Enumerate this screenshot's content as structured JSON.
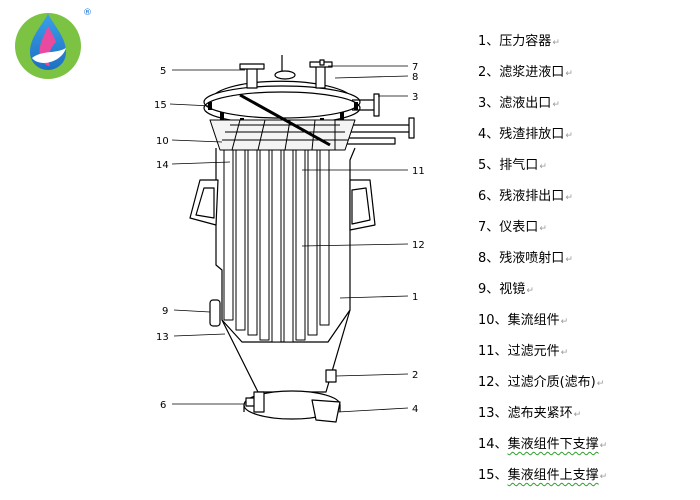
{
  "logo": {
    "registered_mark": "®"
  },
  "diagram": {
    "callouts": [
      "5",
      "7",
      "8",
      "3",
      "15",
      "10",
      "14",
      "11",
      "12",
      "1",
      "9",
      "13",
      "2",
      "6",
      "4"
    ]
  },
  "legend": {
    "paragraph_mark": "↵",
    "items": [
      {
        "num": "1",
        "label": "压力容器"
      },
      {
        "num": "2",
        "label": "滤浆进液口"
      },
      {
        "num": "3",
        "label": "滤液出口"
      },
      {
        "num": "4",
        "label": "残渣排放口"
      },
      {
        "num": "5",
        "label": "排气口"
      },
      {
        "num": "6",
        "label": "残液排出口"
      },
      {
        "num": "7",
        "label": "仪表口"
      },
      {
        "num": "8",
        "label": "残液喷射口"
      },
      {
        "num": "9",
        "label": "视镜"
      },
      {
        "num": "10",
        "label": "集流组件"
      },
      {
        "num": "11",
        "label": "过滤元件"
      },
      {
        "num": "12",
        "label": "过滤介质(滤布)"
      },
      {
        "num": "13",
        "label": "滤布夹紧环"
      },
      {
        "num": "14",
        "label": "集液组件下支撑"
      },
      {
        "num": "15",
        "label": "集液组件上支撑"
      }
    ]
  }
}
